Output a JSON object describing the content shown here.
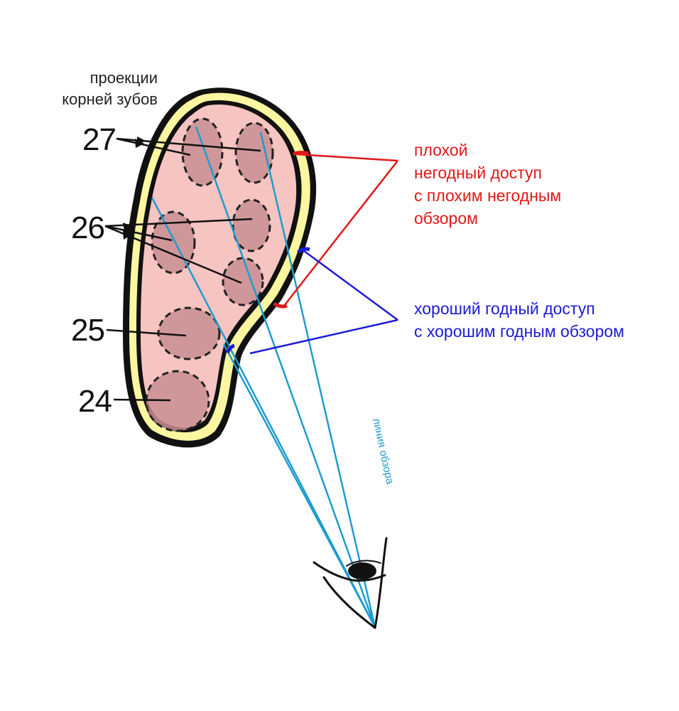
{
  "diagram": {
    "title": [
      "проекции",
      "корней зубов"
    ],
    "teeth": [
      "27",
      "26",
      "25",
      "24"
    ],
    "bad_label": [
      "плохой",
      "негодный доступ",
      "с плохим негодным",
      "обзором"
    ],
    "good_label": [
      "хороший годный доступ",
      "с хорошим годным обзором"
    ],
    "sight_line_label": "линия обзора",
    "colors": {
      "bone_fill": "#f6c4c1",
      "gum_band": "#fbf6a0",
      "root_fill": "#c98f93",
      "outline": "#111111",
      "bad": "#e01818",
      "good": "#1b1bd6",
      "sight": "#1e9ccf"
    },
    "icons": [
      "eye-icon"
    ]
  }
}
